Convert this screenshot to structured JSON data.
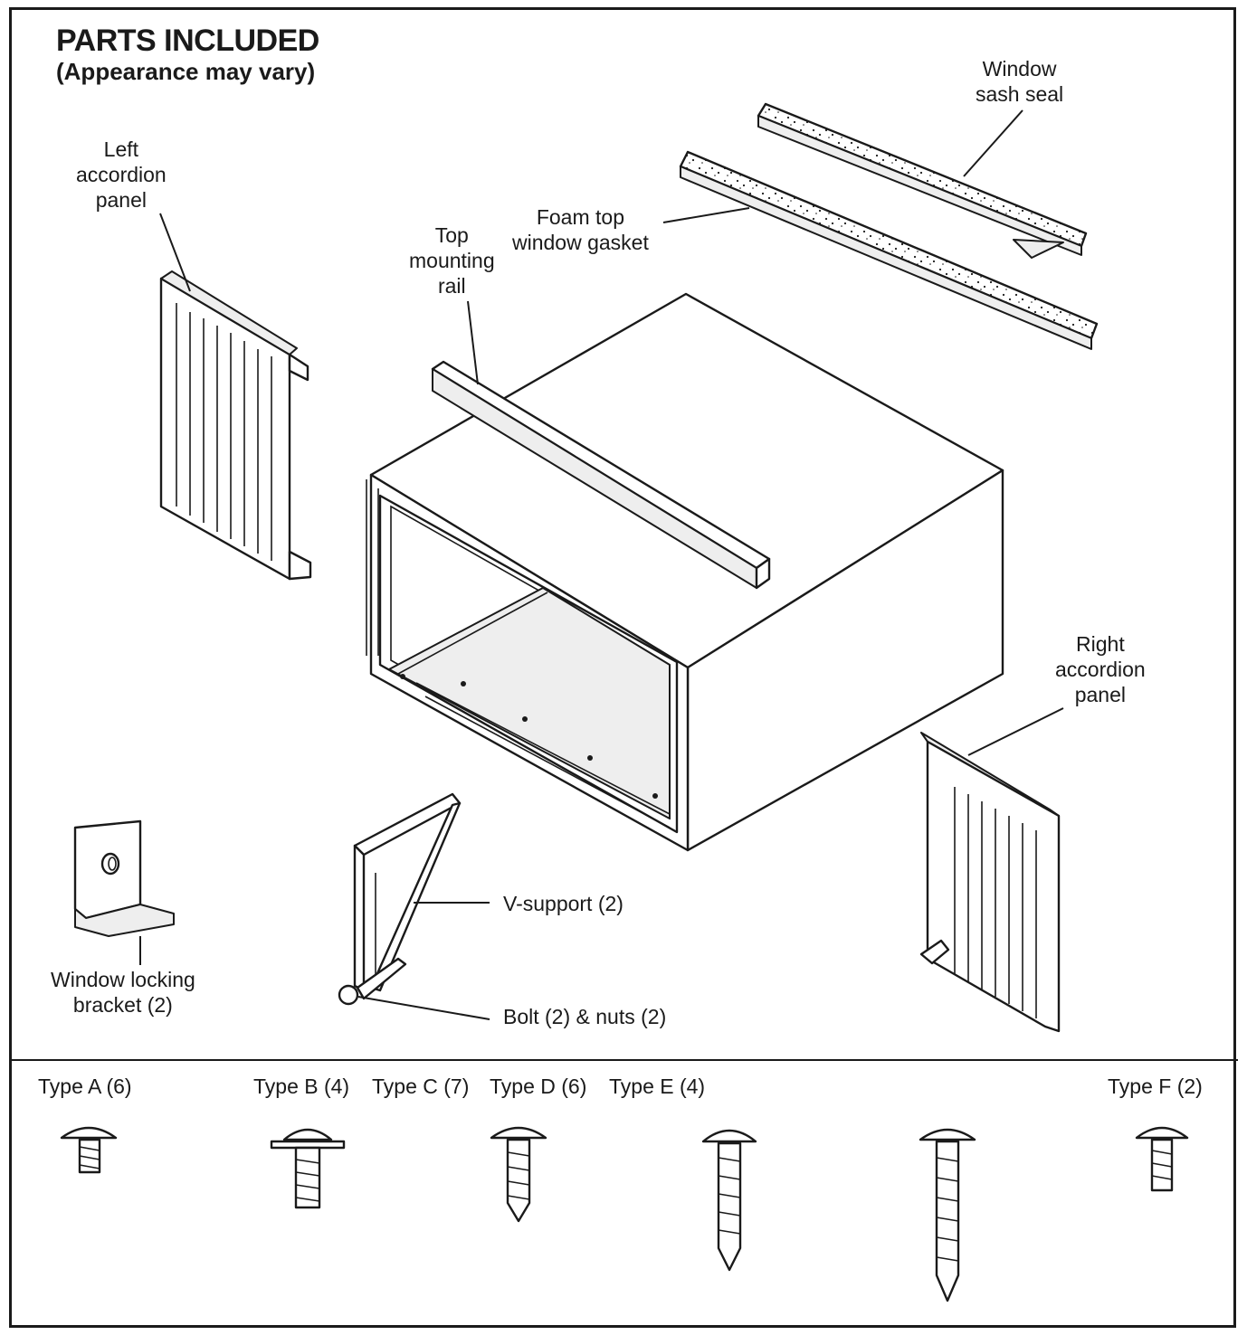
{
  "header": {
    "title": "PARTS INCLUDED",
    "subtitle": "(Appearance may vary)"
  },
  "labels": {
    "window_sash_seal": [
      "Window",
      "sash seal"
    ],
    "foam_gasket": [
      "Foam top",
      "window gasket"
    ],
    "top_rail": [
      "Top",
      "mounting",
      "rail"
    ],
    "left_panel": [
      "Left",
      "accordion",
      "panel"
    ],
    "right_panel": [
      "Right",
      "accordion",
      "panel"
    ],
    "v_support": "V-support (2)",
    "bolt_nuts": "Bolt (2) & nuts (2)",
    "locking_bracket": [
      "Window locking",
      "bracket (2)"
    ]
  },
  "screws": {
    "type_a": "Type A (6)",
    "type_b": "Type B (4)",
    "type_c": "Type C (7)",
    "type_d": "Type D (6)",
    "type_e": "Type E (4)",
    "type_f": "Type F (2)"
  },
  "colors": {
    "line": "#1a1a1a",
    "background": "#ffffff",
    "shade": "#eeeeee"
  }
}
